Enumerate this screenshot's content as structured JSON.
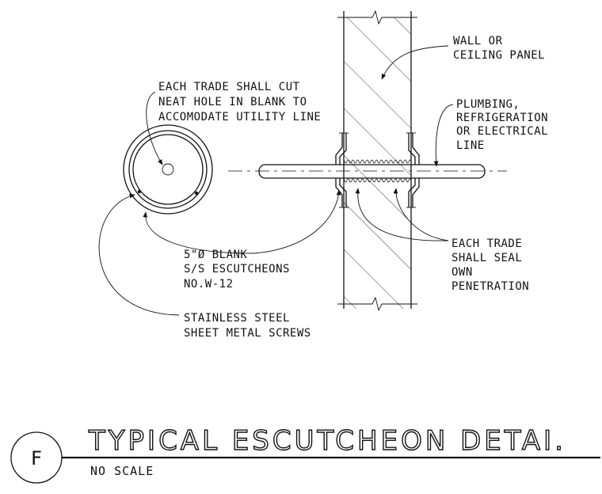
{
  "labels": {
    "wall": [
      "WALL OR",
      "CEILING PANEL"
    ],
    "cut_hole": [
      "EACH TRADE SHALL CUT",
      "NEAT HOLE IN BLANK TO",
      "ACCOMODATE UTILITY LINE"
    ],
    "line": [
      "PLUMBING,",
      "REFRIGERATION",
      "OR ELECTRICAL",
      "LINE"
    ],
    "blank": [
      "5\"Ø BLANK",
      "S/S ESCUTCHEONS",
      "NO.W-12"
    ],
    "seal": [
      "EACH TRADE",
      "SHALL SEAL",
      "OWN",
      "PENETRATION"
    ],
    "screws": [
      "STAINLESS STEEL",
      "SHEET METAL SCREWS"
    ]
  },
  "title_block": {
    "tag": "F",
    "title": "TYPICAL ESCUTCHEON DETAI.",
    "scale": "NO SCALE"
  }
}
